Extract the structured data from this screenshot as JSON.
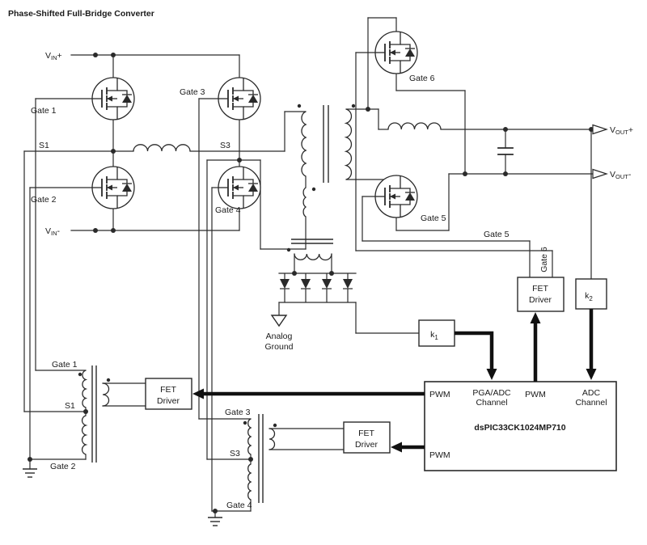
{
  "title": "Phase-Shifted Full-Bridge Converter",
  "terminals": {
    "vin_plus": {
      "base": "V",
      "sub": "IN",
      "suffix": "+"
    },
    "vin_minus": {
      "base": "V",
      "sub": "IN",
      "suffix": "-"
    },
    "vout_plus": {
      "base": "V",
      "sub": "OUT",
      "suffix": "+"
    },
    "vout_minus": {
      "base": "V",
      "sub": "OUT",
      "suffix": "-"
    }
  },
  "labels": {
    "gate1": "Gate 1",
    "gate2": "Gate 2",
    "gate3": "Gate 3",
    "gate4": "Gate 4",
    "gate5": "Gate 5",
    "gate6": "Gate 6",
    "s1": "S1",
    "s3": "S3",
    "analog_ground": {
      "line1": "Analog",
      "line2": "Ground"
    }
  },
  "blocks": {
    "fet_driver": {
      "line1": "FET",
      "line2": "Driver"
    },
    "k1": {
      "base": "k",
      "sub": "1"
    },
    "k2": {
      "base": "k",
      "sub": "2"
    },
    "mcu": {
      "part": "dsPIC33CK1024MP710",
      "pin_pwm": "PWM",
      "pin_pga": {
        "line1": "PGA/ADC",
        "line2": "Channel"
      },
      "pin_adc": {
        "line1": "ADC",
        "line2": "Channel"
      }
    }
  },
  "colors": {
    "wire": "#2a2a2a",
    "text": "#1a1a1a",
    "arrow": "#111111",
    "background": "#ffffff"
  }
}
